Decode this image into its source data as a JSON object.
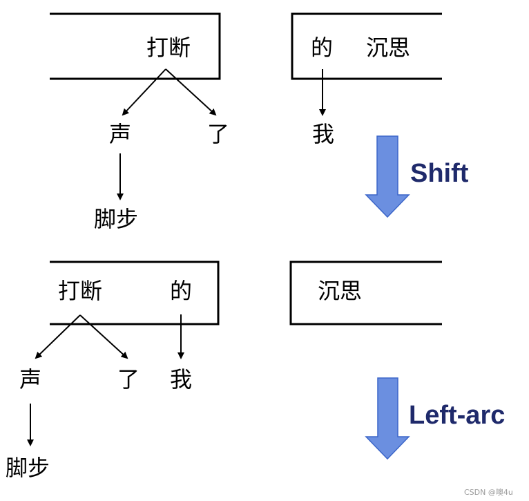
{
  "state_1": {
    "stack_words": [
      "打断"
    ],
    "buffer_words": [
      "的",
      "沉思"
    ],
    "tree_nodes": {
      "head": "打断",
      "left_child": "声",
      "right_child": "了",
      "grandchild": "脚步",
      "buffer_child": "我"
    }
  },
  "transition_1": {
    "label": "Shift"
  },
  "state_2": {
    "stack_words": [
      "打断",
      "的"
    ],
    "buffer_words": [
      "沉思"
    ],
    "tree_nodes": {
      "head": "打断",
      "left_child": "声",
      "right_child": "了",
      "grandchild": "脚步",
      "de_child": "我"
    }
  },
  "transition_2": {
    "label": "Left-arc"
  },
  "watermark": "CSDN @噢4u",
  "colors": {
    "arrow_fill": "#6b8fe0",
    "arrow_stroke": "#3c66c9",
    "label_color": "#1f2a6b"
  }
}
